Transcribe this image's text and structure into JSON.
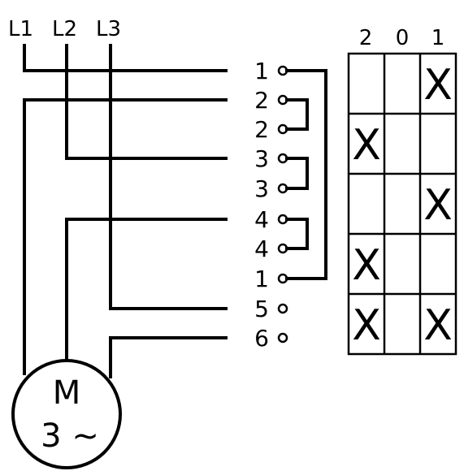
{
  "phase_labels": [
    "L1",
    "L2",
    "L3"
  ],
  "terminal_labels": [
    "1",
    "2",
    "2",
    "3",
    "3",
    "4",
    "4",
    "1",
    "5",
    "6"
  ],
  "switch_positions": [
    "2",
    "0",
    "1"
  ],
  "contact_mark": "X",
  "switching_table": [
    [
      false,
      false,
      true
    ],
    [
      true,
      false,
      false
    ],
    [
      false,
      false,
      true
    ],
    [
      true,
      false,
      false
    ],
    [
      true,
      false,
      true
    ]
  ],
  "motor": {
    "letter": "M",
    "phase_symbol": "3 ~"
  },
  "colors": {
    "line": "#000000",
    "background": "#ffffff"
  }
}
